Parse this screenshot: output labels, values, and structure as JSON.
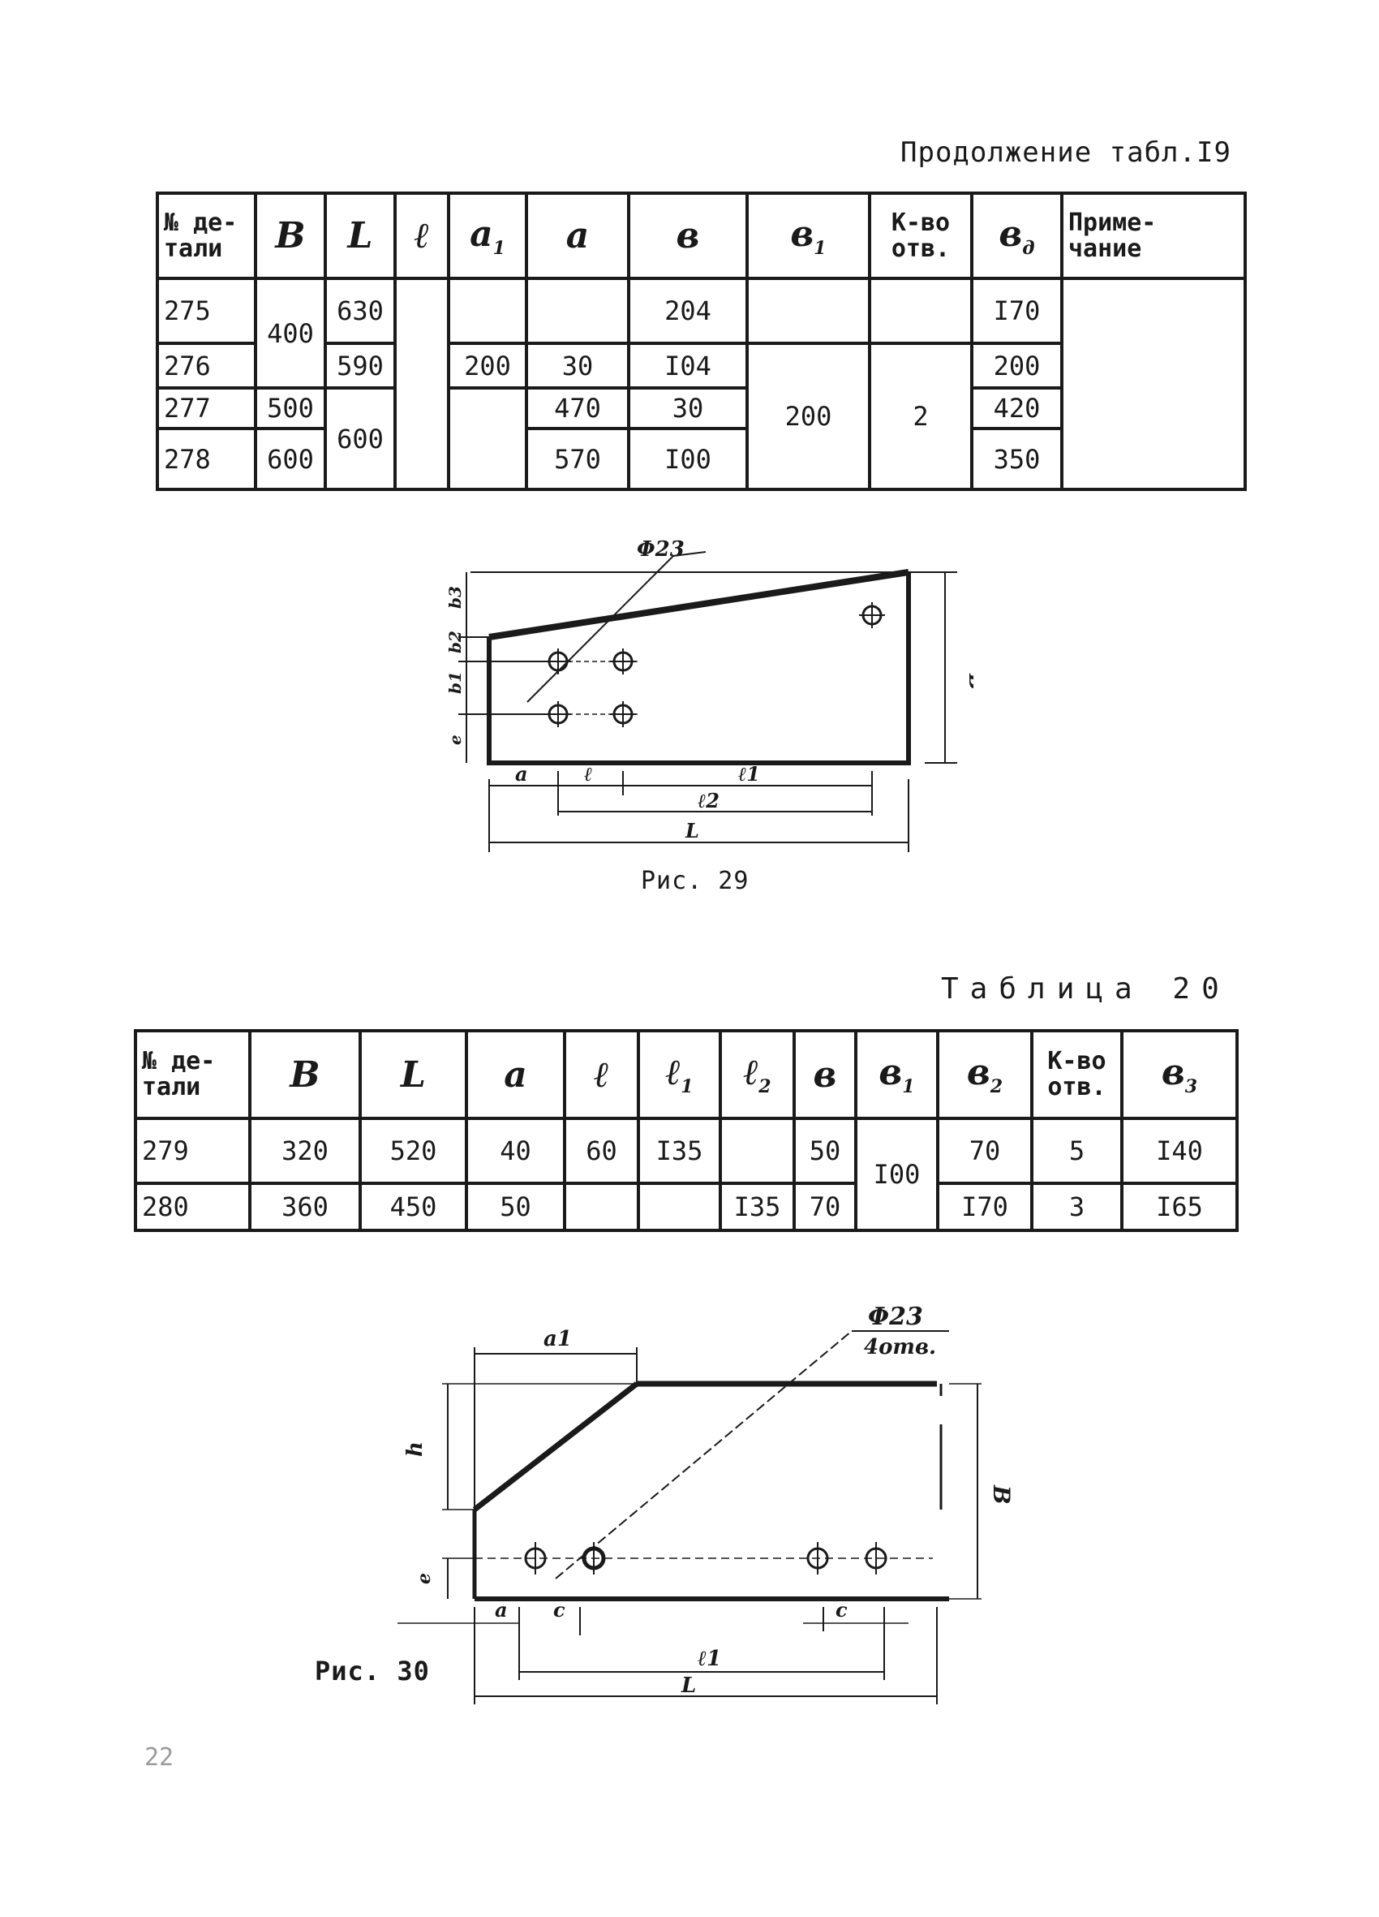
{
  "table19": {
    "caption": "Продолжение табл.I9",
    "headers": [
      "№ де-\nтали",
      "B",
      "L",
      "ℓ",
      "a",
      "a",
      "в",
      "в",
      "К-во\nотв.",
      "в",
      "Приме-\nчание"
    ],
    "header_subs": [
      "",
      "",
      "",
      "",
      "1",
      "",
      "",
      "1",
      "",
      "д",
      ""
    ],
    "rows": {
      "r275": {
        "no": "275",
        "L": "630",
        "v": "204",
        "vd": "I70"
      },
      "r276": {
        "no": "276",
        "L": "590",
        "a1": "200",
        "a": "30",
        "v": "I04",
        "vd": "200"
      },
      "r277": {
        "no": "277",
        "B": "500",
        "a": "470",
        "v": "30",
        "vd": "420"
      },
      "r278": {
        "no": "278",
        "B": "600",
        "a": "570",
        "v": "I00",
        "vd": "350"
      },
      "merged": {
        "B_275_276": "400",
        "L_277_278": "600",
        "v1_276_278": "200",
        "k_276_278": "2"
      }
    }
  },
  "fig29": {
    "caption": "Рис. 29",
    "hole_label": "Φ23",
    "dims": {
      "L": "L",
      "l": "ℓ",
      "l1": "ℓ1",
      "l2": "ℓ2",
      "a": "a",
      "B": "B",
      "e": "e",
      "b1": "b1",
      "b2": "b2",
      "b3": "b3"
    }
  },
  "table20": {
    "caption": "Таблица 20",
    "headers": [
      "№ де-\nтали",
      "B",
      "L",
      "a",
      "ℓ",
      "ℓ",
      "ℓ",
      "в",
      "в",
      "в",
      "К-во\nотв.",
      "в"
    ],
    "header_subs": [
      "",
      "",
      "",
      "",
      "",
      "1",
      "2",
      "",
      "1",
      "2",
      "",
      "3"
    ],
    "rows": {
      "r279": {
        "no": "279",
        "B": "320",
        "L": "520",
        "a": "40",
        "l": "60",
        "l1": "I35",
        "l2": "",
        "v": "50",
        "v2": "70",
        "k": "5",
        "v3": "I40"
      },
      "r280": {
        "no": "280",
        "B": "360",
        "L": "450",
        "a": "50",
        "l": "",
        "l1": "",
        "l2": "I35",
        "v": "70",
        "v2": "I70",
        "k": "3",
        "v3": "I65"
      },
      "merged": {
        "v1": "I00"
      }
    }
  },
  "fig30": {
    "caption": "Рис. 30",
    "hole_label": "Φ23",
    "hole_note": "4отв.",
    "dims": {
      "a1": "a1",
      "h": "h",
      "B": "B",
      "e": "e",
      "a": "a",
      "c": "c",
      "l1": "ℓ1",
      "L": "L"
    }
  },
  "page_number": "22"
}
